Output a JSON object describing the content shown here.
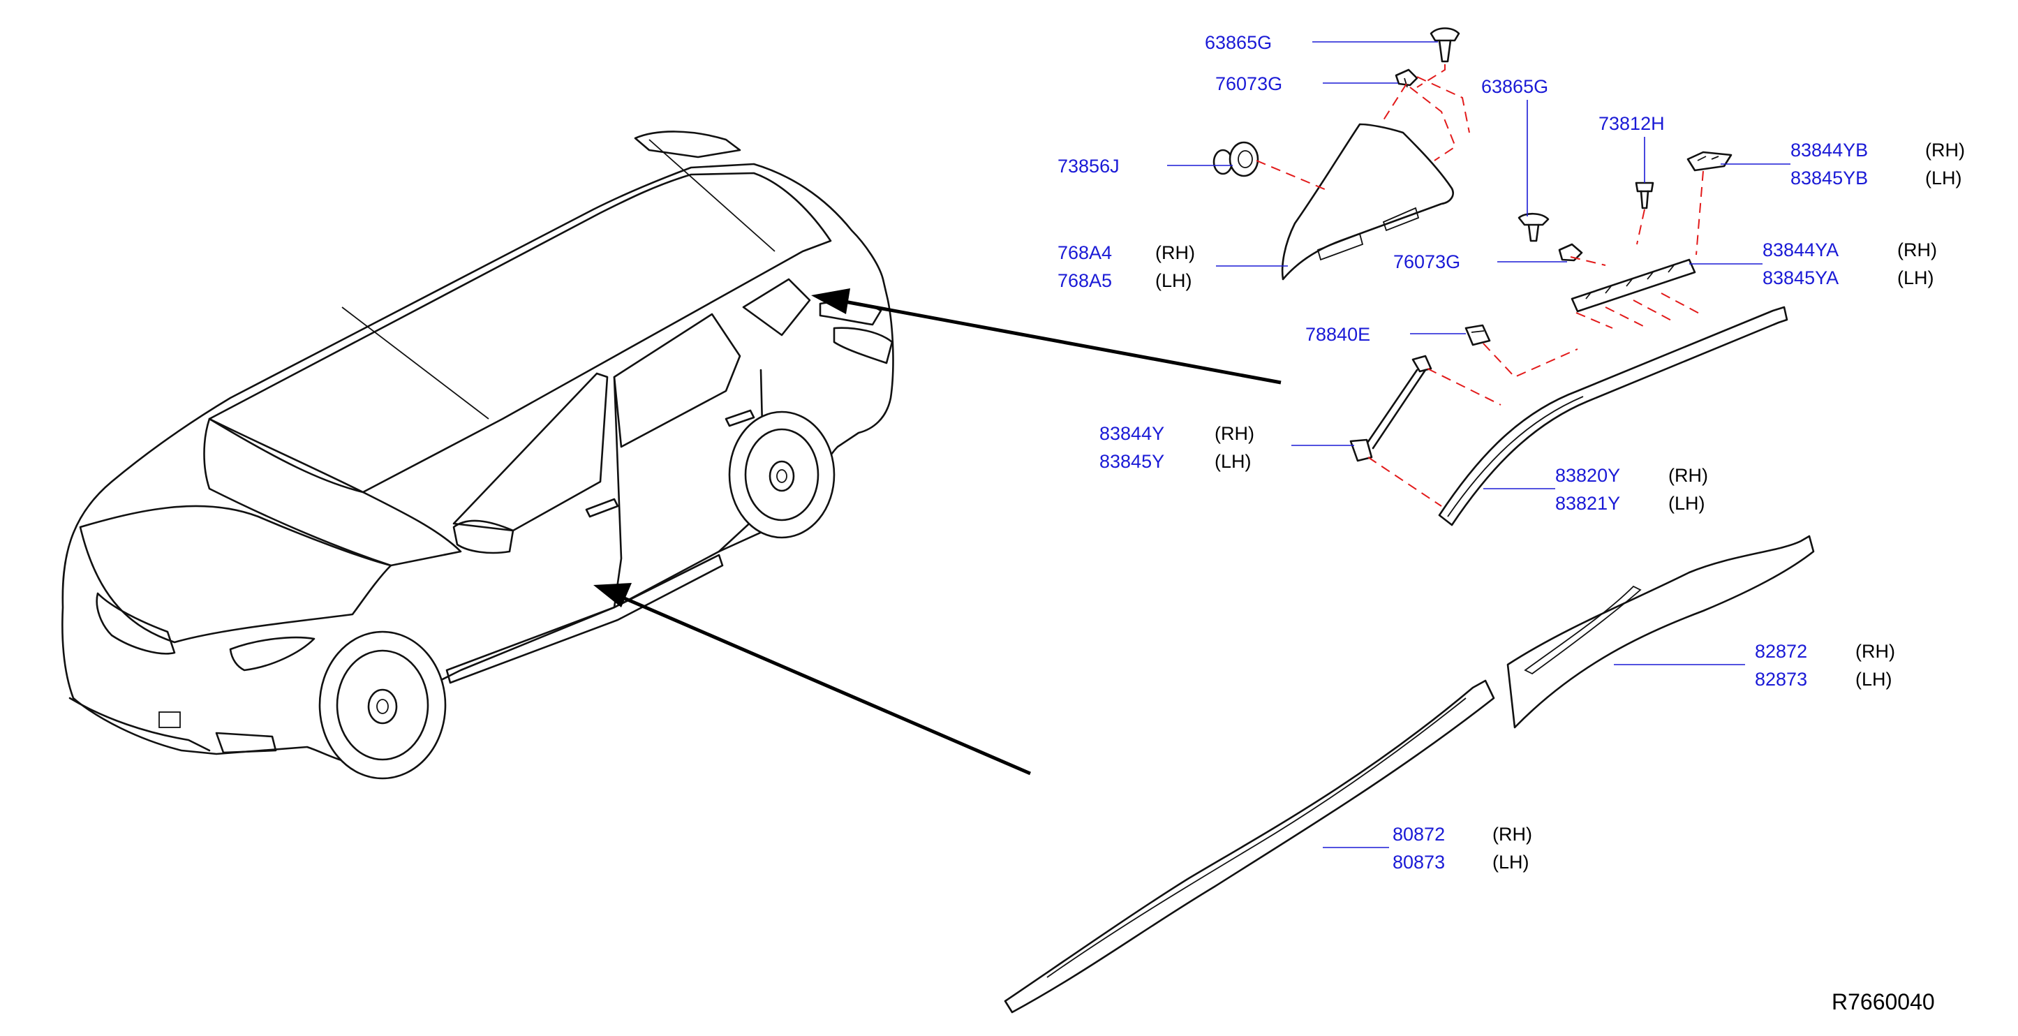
{
  "diagram": {
    "reference_code": "R7660040",
    "colors": {
      "part_number": "#1a1ad6",
      "side_label": "#000000",
      "install_line": "#e21a1a",
      "drawing": "#111111"
    },
    "callouts": [
      {
        "id": "c1",
        "part": "63865G"
      },
      {
        "id": "c2",
        "part": "76073G"
      },
      {
        "id": "c3",
        "part": "73856J"
      },
      {
        "id": "c4",
        "part": "768A4",
        "side": "(RH)"
      },
      {
        "id": "c5",
        "part": "768A5",
        "side": "(LH)"
      },
      {
        "id": "c6",
        "part": "63865G"
      },
      {
        "id": "c7",
        "part": "73812H"
      },
      {
        "id": "c8",
        "part": "83844YB",
        "side": "(RH)"
      },
      {
        "id": "c9",
        "part": "83845YB",
        "side": "(LH)"
      },
      {
        "id": "c10",
        "part": "76073G"
      },
      {
        "id": "c11",
        "part": "83844YA",
        "side": "(RH)"
      },
      {
        "id": "c12",
        "part": "83845YA",
        "side": "(LH)"
      },
      {
        "id": "c13",
        "part": "78840E"
      },
      {
        "id": "c14",
        "part": "83844Y",
        "side": "(RH)"
      },
      {
        "id": "c15",
        "part": "83845Y",
        "side": "(LH)"
      },
      {
        "id": "c16",
        "part": "83820Y",
        "side": "(RH)"
      },
      {
        "id": "c17",
        "part": "83821Y",
        "side": "(LH)"
      },
      {
        "id": "c18",
        "part": "82872",
        "side": "(RH)"
      },
      {
        "id": "c19",
        "part": "82873",
        "side": "(LH)"
      },
      {
        "id": "c20",
        "part": "80872",
        "side": "(RH)"
      },
      {
        "id": "c21",
        "part": "80873",
        "side": "(LH)"
      }
    ]
  }
}
